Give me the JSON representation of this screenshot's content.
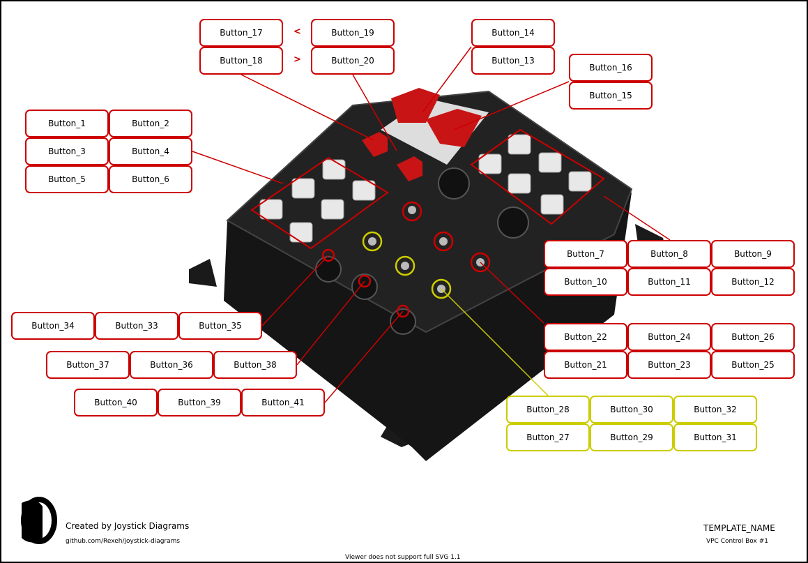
{
  "buttons": {
    "b1": "Button_1",
    "b2": "Button_2",
    "b3": "Button_3",
    "b4": "Button_4",
    "b5": "Button_5",
    "b6": "Button_6",
    "b7": "Button_7",
    "b8": "Button_8",
    "b9": "Button_9",
    "b10": "Button_10",
    "b11": "Button_11",
    "b12": "Button_12",
    "b13": "Button_13",
    "b14": "Button_14",
    "b15": "Button_15",
    "b16": "Button_16",
    "b17": "Button_17",
    "b18": "Button_18",
    "b19": "Button_19",
    "b20": "Button_20",
    "b21": "Button_21",
    "b22": "Button_22",
    "b23": "Button_23",
    "b24": "Button_24",
    "b25": "Button_25",
    "b26": "Button_26",
    "b27": "Button_27",
    "b28": "Button_28",
    "b29": "Button_29",
    "b30": "Button_30",
    "b31": "Button_31",
    "b32": "Button_32",
    "b33": "Button_33",
    "b34": "Button_34",
    "b35": "Button_35",
    "b36": "Button_36",
    "b37": "Button_37",
    "b38": "Button_38",
    "b39": "Button_39",
    "b40": "Button_40",
    "b41": "Button_41"
  },
  "arrows": {
    "left": "<",
    "right": ">"
  },
  "footer": {
    "created_by": "Created by Joystick Diagrams",
    "url": "github.com/Rexeh/joystick-diagrams",
    "template_name": "TEMPLATE_NAME",
    "device_name": "VPC Control Box #1",
    "svg_notice": "Viewer does not support full SVG 1.1"
  },
  "colors": {
    "primary": "#cc0000",
    "secondary": "#cccc00"
  }
}
